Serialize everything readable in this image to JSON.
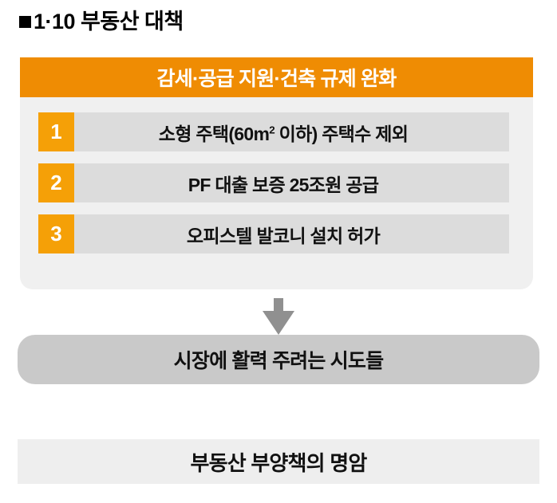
{
  "title": {
    "bullet_icon": "black-square-bullet",
    "text": "1·10 부동산 대책"
  },
  "card": {
    "header": "감세·공급 지원·건축 규제 완화",
    "items": [
      {
        "number": "1",
        "text_before": "소형 주택(60m",
        "superscript": "2",
        "text_after": " 이하) 주택수 제외",
        "full_text": "소형 주택(60㎡ 이하) 주택수 제외"
      },
      {
        "number": "2",
        "text_before": "PF 대출 보증 25조원 공급",
        "superscript": "",
        "text_after": "",
        "full_text": "PF 대출 보증 25조원 공급"
      },
      {
        "number": "3",
        "text_before": "오피스텔 발코니 설치 허가",
        "superscript": "",
        "text_after": "",
        "full_text": "오피스텔 발코니 설치 허가"
      }
    ]
  },
  "arrow": {
    "icon": "down-arrow-icon"
  },
  "banner": {
    "text": "시장에 활력 주려는 시도들"
  },
  "footer": {
    "text": "부동산 부양책의 명암"
  },
  "colors": {
    "header_orange": "#ef8c03",
    "badge_orange": "#f5a007",
    "card_background": "#f0f0f0",
    "row_gray": "#dcdcdc",
    "banner_gray": "#c9c9c9",
    "footer_gray": "#eeeeee",
    "arrow_gray": "#909090",
    "text_black": "#111111",
    "text_white": "#ffffff"
  }
}
